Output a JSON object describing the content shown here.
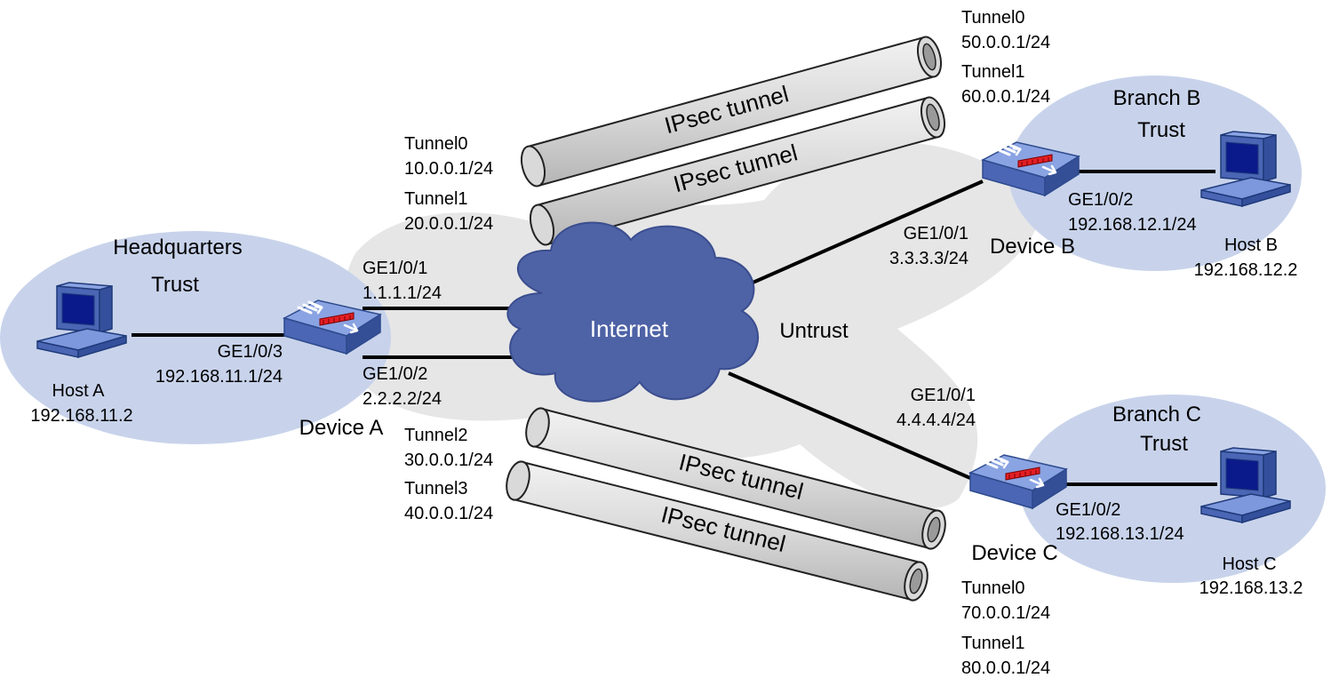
{
  "colors": {
    "zone_fill": "#c8d3eb",
    "untrust_fill": "#e6e6e6",
    "cloud_fill": "#4e62a6",
    "device_fill": "#5a7cc9",
    "tube_fill": "#d9d9d9",
    "link_color": "#000000"
  },
  "zones": {
    "hq": {
      "name": "Headquarters",
      "trust": "Trust"
    },
    "branch_b": {
      "name": "Branch B",
      "trust": "Trust"
    },
    "branch_c": {
      "name": "Branch C",
      "trust": "Trust"
    },
    "untrust": "Untrust"
  },
  "internet": "Internet",
  "hosts": {
    "a": {
      "name": "Host A",
      "ip": "192.168.11.2"
    },
    "b": {
      "name": "Host B",
      "ip": "192.168.12.2"
    },
    "c": {
      "name": "Host C",
      "ip": "192.168.13.2"
    }
  },
  "devices": {
    "a": {
      "name": "Device A",
      "ge103_if": "GE1/0/3",
      "ge103_ip": "192.168.11.1/24",
      "ge101_if": "GE1/0/1",
      "ge101_ip": "1.1.1.1/24",
      "ge102_if": "GE1/0/2",
      "ge102_ip": "2.2.2.2/24",
      "tunnels": [
        {
          "name": "Tunnel0",
          "ip": "10.0.0.1/24"
        },
        {
          "name": "Tunnel1",
          "ip": "20.0.0.1/24"
        },
        {
          "name": "Tunnel2",
          "ip": "30.0.0.1/24"
        },
        {
          "name": "Tunnel3",
          "ip": "40.0.0.1/24"
        }
      ]
    },
    "b": {
      "name": "Device B",
      "ge101_if": "GE1/0/1",
      "ge101_ip": "3.3.3.3/24",
      "ge102_if": "GE1/0/2",
      "ge102_ip": "192.168.12.1/24",
      "tunnels": [
        {
          "name": "Tunnel0",
          "ip": "50.0.0.1/24"
        },
        {
          "name": "Tunnel1",
          "ip": "60.0.0.1/24"
        }
      ]
    },
    "c": {
      "name": "Device C",
      "ge101_if": "GE1/0/1",
      "ge101_ip": "4.4.4.4/24",
      "ge102_if": "GE1/0/2",
      "ge102_ip": "192.168.13.1/24",
      "tunnels": [
        {
          "name": "Tunnel0",
          "ip": "70.0.0.1/24"
        },
        {
          "name": "Tunnel1",
          "ip": "80.0.0.1/24"
        }
      ]
    }
  },
  "ipsec_label": "IPsec tunnel"
}
